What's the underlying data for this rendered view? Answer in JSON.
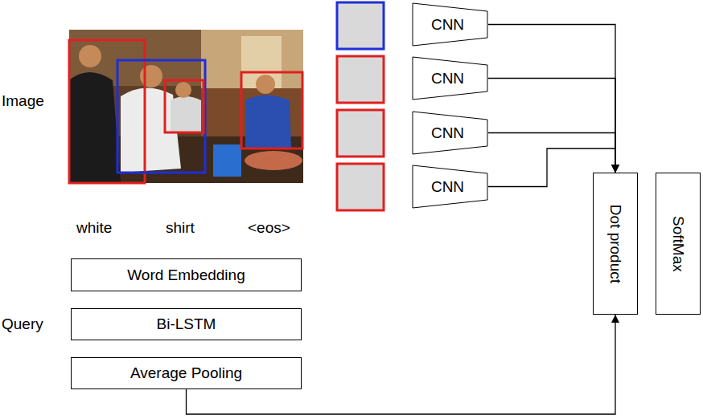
{
  "diagram": {
    "nodes": [
      {
        "text": [
          "CNN"
        ]
      },
      {
        "text": [
          "CNN"
        ]
      },
      {
        "text": [
          "CNN"
        ]
      },
      {
        "text": [
          "CNN"
        ]
      },
      {
        "text": [
          "Dot product"
        ]
      },
      {
        "text": [
          "SoftMax"
        ]
      },
      {
        "text": [
          "Word Embedding"
        ]
      },
      {
        "text": [
          "Bi-LSTM"
        ]
      },
      {
        "text": [
          "Average Pooling"
        ]
      }
    ],
    "edges": [
      {
        "from": 0,
        "to": 4,
        "arrow": "to"
      },
      {
        "from": 1,
        "to": 4,
        "arrow": "to"
      },
      {
        "from": 2,
        "to": 4,
        "arrow": "to"
      },
      {
        "from": 3,
        "to": 4,
        "arrow": "to"
      },
      {
        "from": 8,
        "to": 4,
        "arrow": "to"
      }
    ],
    "labels": [
      "Image",
      "white",
      "shirt",
      "<eos>",
      "Query"
    ]
  }
}
